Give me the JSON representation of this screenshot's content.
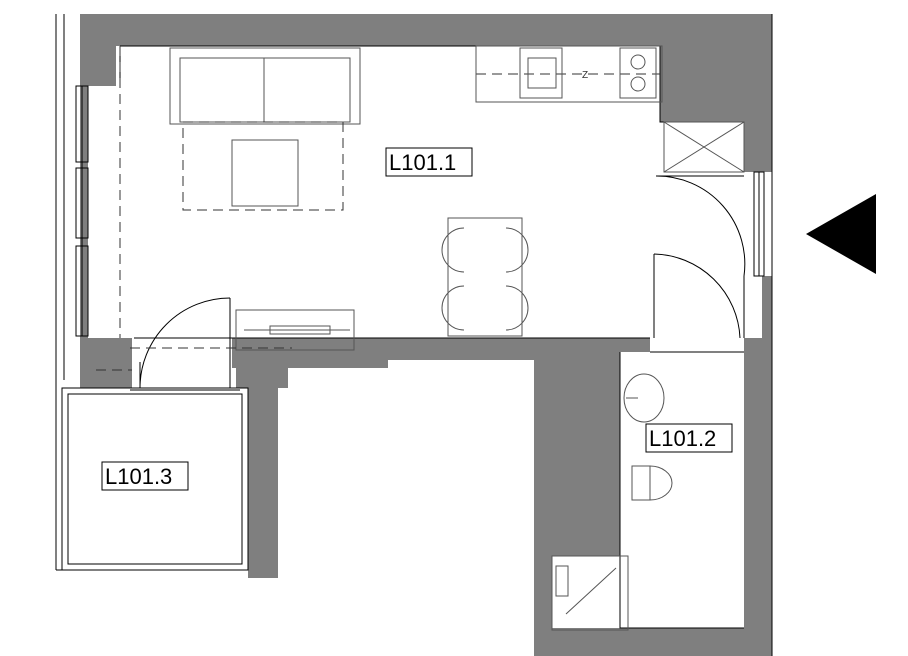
{
  "rooms": [
    {
      "id": "living",
      "label": "L101.1"
    },
    {
      "id": "bathroom",
      "label": "L101.2"
    },
    {
      "id": "balcony",
      "label": "L101.3"
    }
  ],
  "entrance_marker": "black-triangle-icon",
  "colors": {
    "wall": "#7f7f7f",
    "line": "#000000",
    "background": "#ffffff"
  }
}
